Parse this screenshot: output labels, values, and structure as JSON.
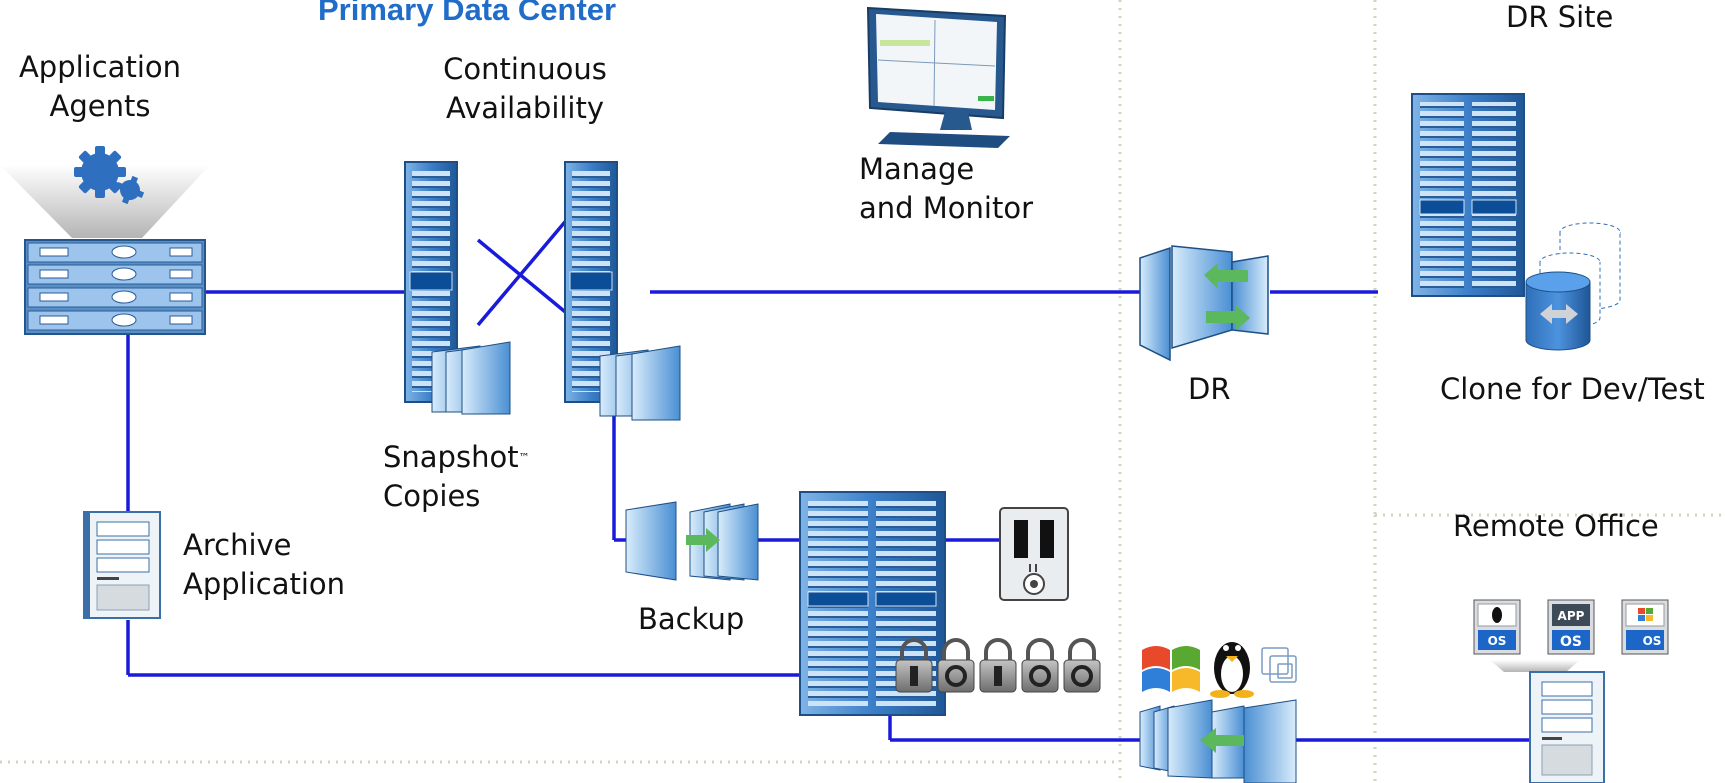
{
  "title": "Primary Data Center",
  "labels": {
    "app_agents": [
      "Application",
      "Agents"
    ],
    "continuous": [
      "Continuous",
      "Availability"
    ],
    "manage": [
      "Manage",
      "and Monitor"
    ],
    "snapshot": [
      "Snapshot",
      "Copies"
    ],
    "snapshot_tm": "™",
    "archive": [
      "Archive",
      "Application"
    ],
    "backup": "Backup",
    "dr": "DR",
    "dr_site": "DR Site",
    "clone": "Clone for Dev/Test",
    "remote": "Remote Office"
  },
  "os_badges": [
    "OS",
    "APP",
    "OS",
    "OS"
  ],
  "colors": {
    "link": "#1a1adb",
    "title": "#1f6cc9",
    "device": "#3b7cc3",
    "arrow": "#5cb85c",
    "divider": "#d6d3b8"
  }
}
